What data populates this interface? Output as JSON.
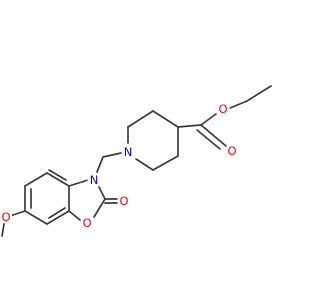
{
  "molecule": {
    "atoms": {
      "o_ester_carbonyl": "O",
      "o_ester_ether": "O",
      "n_piperidine": "N",
      "n_benzoxazolone": "N",
      "o_lactone_carbonyl": "O",
      "o_ring": "O",
      "o_methoxy": "O"
    },
    "colors": {
      "bond": "#3a3a3a",
      "oxygen": "#ff0000",
      "nitrogen": "#0000ff"
    }
  }
}
